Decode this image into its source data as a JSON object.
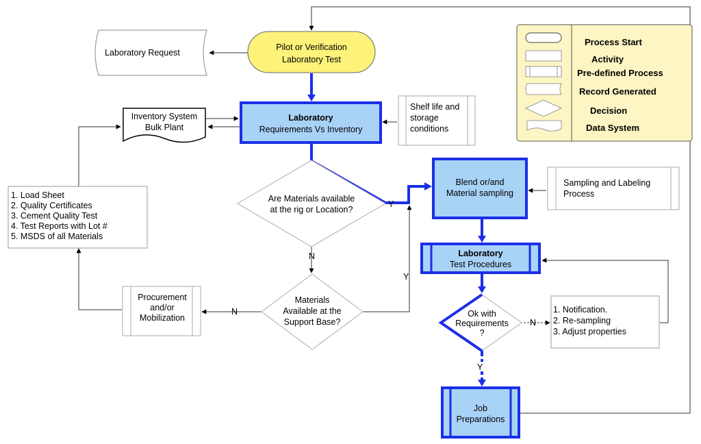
{
  "nodes": {
    "pilot": {
      "line1": "Pilot or Verification",
      "line2": "Laboratory Test"
    },
    "lab_request": {
      "text": "Laboratory Request"
    },
    "inventory_system": {
      "line1": "Inventory System",
      "line2": "Bulk Plant"
    },
    "lab_requirements": {
      "line1": "Laboratory",
      "line2": "Requirements Vs Inventory"
    },
    "shelf_life": {
      "line1": "Shelf life and",
      "line2": "storage",
      "line3": "conditions"
    },
    "decision_rig": {
      "line1": "Are Materials available",
      "line2": "at the rig or Location?"
    },
    "blend": {
      "line1": "Blend or/and",
      "line2": "Material sampling"
    },
    "sampling_labeling": {
      "line1": "Sampling and Labeling",
      "line2": "Process"
    },
    "documents": {
      "items": [
        "1. Load Sheet",
        "2. Quality Certificates",
        "3. Cement Quality Test",
        "4. Test Reports with Lot #",
        "5. MSDS of all Materials"
      ]
    },
    "lab_test_procedures": {
      "line1": "Laboratory",
      "line2": "Test Procedures"
    },
    "decision_base": {
      "line1": "Materials",
      "line2": "Available at the",
      "line3": "Support Base?"
    },
    "procurement": {
      "line1": "Procurement",
      "line2": "and/or",
      "line3": "Mobilization"
    },
    "decision_ok": {
      "line1": "Ok with",
      "line2": "Requirements",
      "line3": "?"
    },
    "actions": {
      "items": [
        "1. Notification.",
        "2. Re-sampling",
        "3. Adjust properties"
      ]
    },
    "job_preparations": {
      "line1": "Job",
      "line2": "Preparations"
    }
  },
  "edge_labels": {
    "rig_yes": "Y",
    "rig_no": "N",
    "base_yes": "Y",
    "base_no": "N",
    "ok_no": "N",
    "ok_yes": "Y"
  },
  "legend": {
    "items": [
      {
        "label": "Process Start"
      },
      {
        "label": "Activity"
      },
      {
        "label": "Pre-defined Process"
      },
      {
        "label": "Record Generated"
      },
      {
        "label": "Decision"
      },
      {
        "label": "Data System"
      }
    ]
  },
  "colors": {
    "start_fill": "#fdf27a",
    "process_fill": "#a9d2f7",
    "highlight": "#1b2fe6",
    "legend_fill": "#fdf5c3",
    "line": "#222222"
  }
}
